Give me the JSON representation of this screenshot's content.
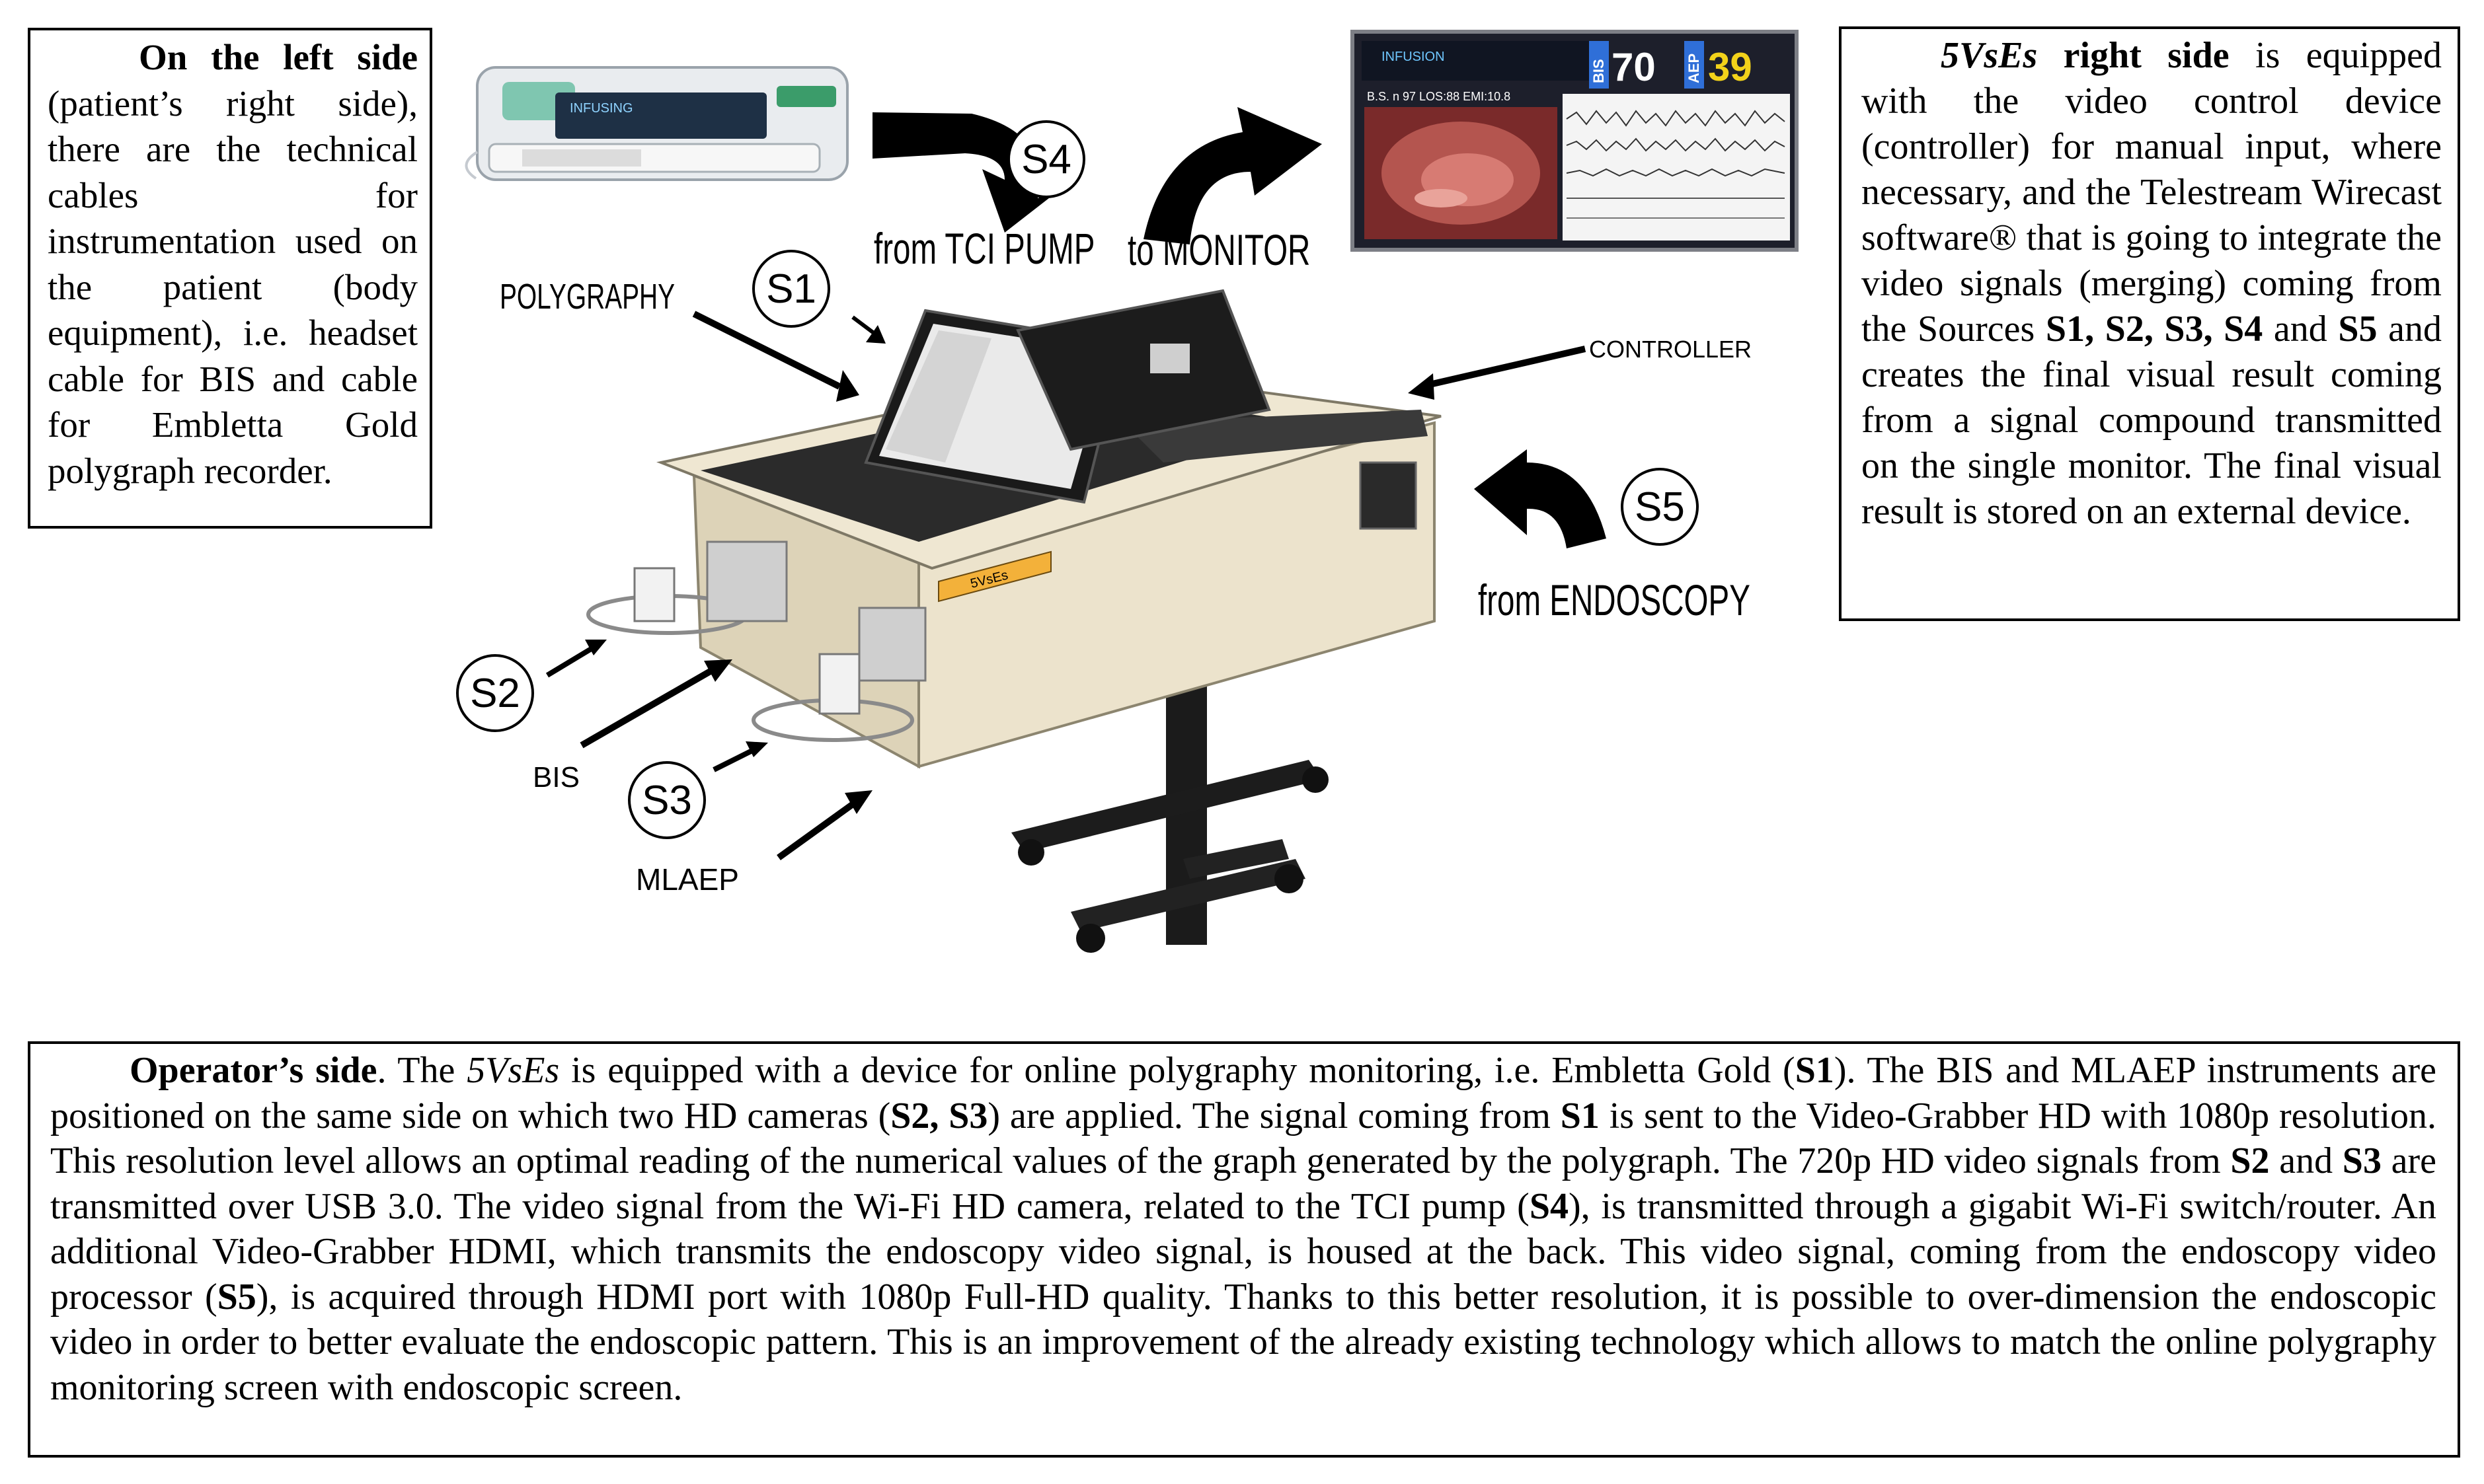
{
  "left_box": {
    "heading": "On the left side",
    "body": "(patient’s right side), there are the technical cables for instrumentation used on the patient (body equipment), i.e. headset cable for BIS and cable for Embletta Gold polygraph recorder."
  },
  "right_box": {
    "p1": "5VsEs",
    "p2": " right side",
    "p3": " is equipped with the video control device (controller) for manual input, where necessary, and the Telestream Wirecast software® that is going to integrate the video signals (merging) coming from the Sources ",
    "p4": "S1, S2, S3, S4",
    "p5": " and ",
    "p6": "S5",
    "p7": " and creates the final visual result coming from a signal compound transmitted on the single monitor. The final visual result is stored on an external device."
  },
  "bottom_box": {
    "p1": "Operator’s side",
    "p2": ". The ",
    "p3": "5VsEs",
    "p4": " is equipped with a device for online polygraphy monitoring, i.e. Embletta Gold (",
    "p5": "S1",
    "p6": "). The BIS and MLAEP instruments are positioned on the same side on which two HD cameras (",
    "p7": "S2, S3",
    "p8": ") are applied. The signal coming from ",
    "p9": "S1",
    "p10": " is sent to the Video-Grabber HD with 1080p resolution. This resolution level allows an optimal reading of the numerical values of the graph generated by the polygraph. The 720p HD video signals from ",
    "p11": "S2",
    "p12": " and ",
    "p13": "S3",
    "p14": " are transmitted over USB 3.0. The video signal from the Wi-Fi HD camera, related to the TCI pump (",
    "p15": "S4",
    "p16": "), is transmitted through a gigabit Wi-Fi switch/router. An additional Video-Grabber HDMI, which transmits the endoscopy video signal, is housed at the back. This video signal, coming from the endoscopy video processor (",
    "p17": "S5",
    "p18": "), is acquired through HDMI port with 1080p Full-HD quality. Thanks to this better resolution, it is possible to over-dimension the endoscopic video in order to better evaluate the endoscopic pattern. This is an improvement of the already existing technology which allows to match the online polygraphy monitoring screen with endoscopic screen."
  },
  "labels": {
    "s1": "S1",
    "s2": "S2",
    "s3": "S3",
    "s4": "S4",
    "s5": "S5",
    "polygraphy": "POLYGRAPHY",
    "from_tci": "from TCI PUMP",
    "to_monitor": "to MONITOR",
    "controller": "CONTROLLER",
    "from_endoscopy": "from ENDOSCOPY",
    "bis": "BIS",
    "mlaep": "MLAEP"
  },
  "monitor_screen": {
    "bis_label": "BIS",
    "bis_value": "70",
    "aep_label": "AEP",
    "aep_value": "39",
    "header_text": "INFUSION",
    "status_text": "B.S. n 97 LOS:88 EMI:10.8"
  },
  "pump_screen": {
    "text": "INFUSING"
  },
  "device_badge": "5VsEs",
  "colors": {
    "monitor_bg": "#1d1f2b",
    "bis_blue": "#2f6fd8",
    "aep_yellow": "#f2d21a",
    "cart_beige": "#ece3cc",
    "badge_orange": "#f3b13a"
  }
}
